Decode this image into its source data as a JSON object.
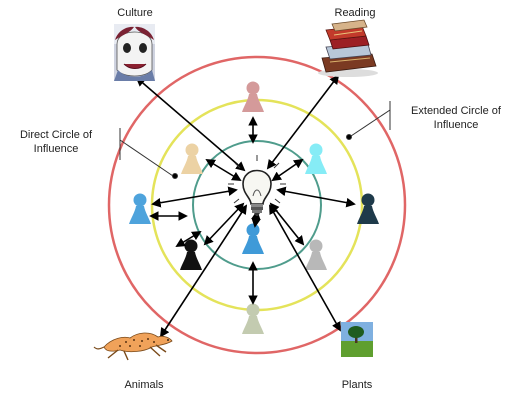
{
  "labels": {
    "culture": "Culture",
    "reading": "Reading",
    "animals": "Animals",
    "plants": "Plants",
    "direct_line1": "Direct Circle of",
    "direct_line2": "Influence",
    "extended_line1": "Extended Circle of",
    "extended_line2": "Influence"
  },
  "circles": [
    {
      "name": "extended-circle",
      "color": "#e06666"
    },
    {
      "name": "direct-circle",
      "color": "#e4e35a"
    },
    {
      "name": "inner-circle",
      "color": "#4f9c8c"
    }
  ],
  "pawns": [
    {
      "name": "pawn-top",
      "color": "#d49a9a"
    },
    {
      "name": "pawn-upper-left",
      "color": "#ecd2a4"
    },
    {
      "name": "pawn-upper-right",
      "color": "#86ecf6"
    },
    {
      "name": "pawn-left",
      "color": "#4ea3dc"
    },
    {
      "name": "pawn-right",
      "color": "#1e3a4a"
    },
    {
      "name": "pawn-center",
      "color": "#3f9ad8"
    },
    {
      "name": "pawn-lower-left",
      "color": "#111111"
    },
    {
      "name": "pawn-lower-right",
      "color": "#b8b8b8"
    },
    {
      "name": "pawn-bottom",
      "color": "#c3cbb0"
    }
  ],
  "icons": [
    "lightbulb-icon",
    "culture-mask-icon",
    "reading-books-icon",
    "animal-cheetah-icon",
    "plant-tree-icon"
  ]
}
